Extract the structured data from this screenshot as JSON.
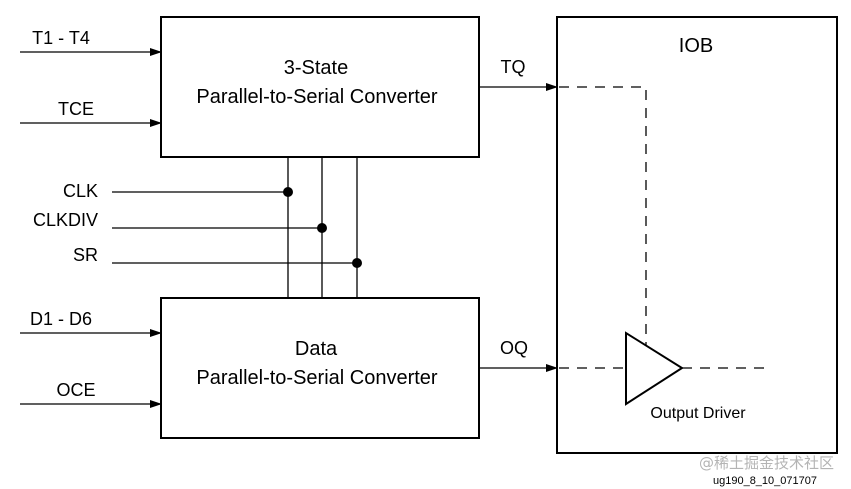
{
  "inputs": {
    "t1_t4": "T1 - T4",
    "tce": "TCE",
    "clk": "CLK",
    "clkdiv": "CLKDIV",
    "sr": "SR",
    "d1_d6": "D1 - D6",
    "oce": "OCE"
  },
  "blocks": {
    "tristate_line1": "3-State",
    "tristate_line2": "Parallel-to-Serial Converter",
    "data_line1": "Data",
    "data_line2": "Parallel-to-Serial Converter",
    "iob": "IOB",
    "output_driver": "Output Driver"
  },
  "outputs": {
    "tq": "TQ",
    "oq": "OQ"
  },
  "watermark": "@稀土掘金技术社区",
  "figure_id": "ug190_8_10_071707"
}
